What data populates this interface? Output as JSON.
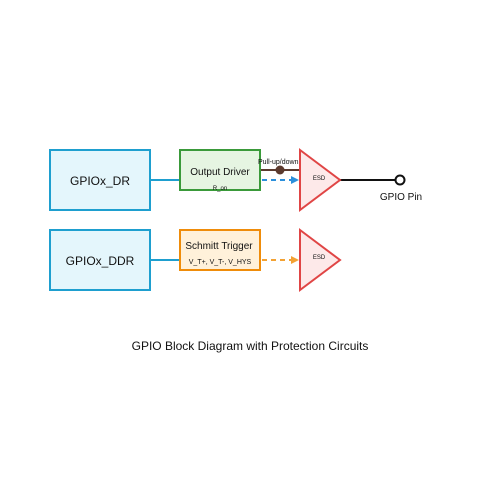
{
  "diagram": {
    "caption": "GPIO Block Diagram with Protection Circuits",
    "registers": {
      "dr": {
        "label": "GPIOx_DR"
      },
      "ddr": {
        "label": "GPIOx_DDR"
      }
    },
    "output_driver": {
      "label": "Output Driver",
      "sublabel": "R_on"
    },
    "schmitt_trigger": {
      "label": "Schmitt Trigger",
      "sublabel": "V_T+, V_T-, V_HYS"
    },
    "pull_node": {
      "label": "Pull-up/down"
    },
    "esd_top": {
      "label": "ESD"
    },
    "esd_bottom": {
      "label": "ESD"
    },
    "pin": {
      "label": "GPIO Pin"
    }
  },
  "colors": {
    "register_stroke": "#1e9fcf",
    "register_fill": "#e4f6fc",
    "driver_stroke": "#3a9a3a",
    "driver_fill": "#e6f5e2",
    "schmitt_stroke": "#ef8c0a",
    "schmitt_fill": "#fff1da",
    "esd_stroke": "#e04545",
    "esd_fill": "#fde9e9",
    "pull_node": "#5b3a2e",
    "dashed_blue": "#2b8fdb",
    "dashed_orange": "#f3a233",
    "wire": "#111111"
  },
  "icons": {
    "esd": "triangle-buffer-icon",
    "pin": "open-circle-terminal-icon",
    "pull_node": "filled-dot-icon"
  }
}
